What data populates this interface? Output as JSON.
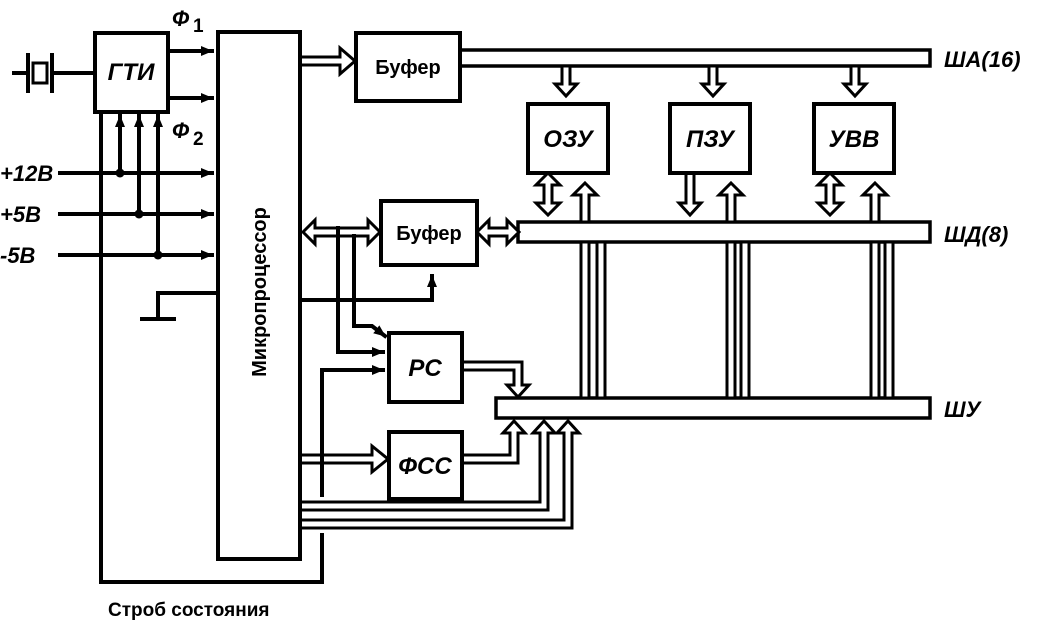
{
  "blocks": {
    "gti": "ГТИ",
    "cpu": "Микропроцессор",
    "buffer_addr": "Буфер",
    "buffer_data": "Буфер",
    "ram": "ОЗУ",
    "rom": "ПЗУ",
    "io": "УВВ",
    "rs": "РС",
    "fss": "ФСС"
  },
  "buses": {
    "address": "ША(16)",
    "data": "ШД(8)",
    "control": "ШУ"
  },
  "clocks": {
    "phi1": "Ф",
    "phi1_sub": "1",
    "phi2": "Ф",
    "phi2_sub": "2"
  },
  "power": {
    "p12": "+12В",
    "p5": "+5В",
    "m5": "-5В"
  },
  "caption": "Строб состояния"
}
